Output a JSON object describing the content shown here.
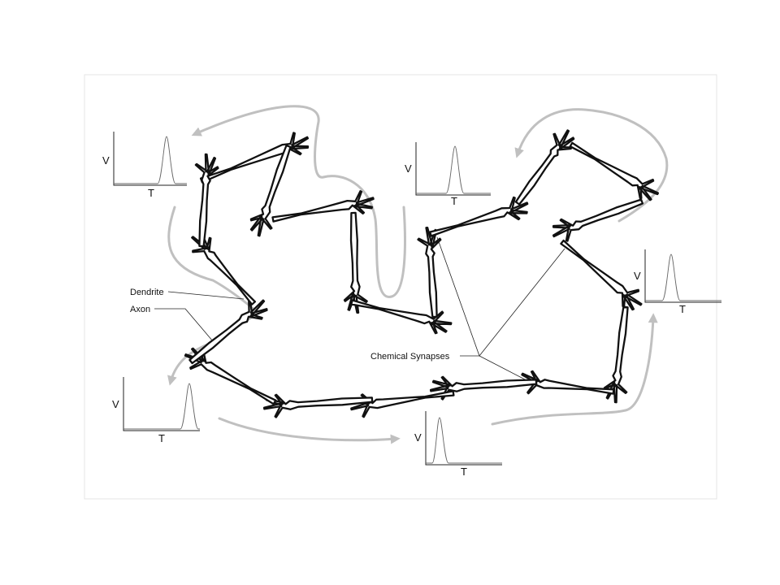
{
  "labels": {
    "dendrite": "Dendrite",
    "axon": "Axon",
    "chemical_synapses": "Chemical Synapses"
  },
  "plot_axes": {
    "v": "V",
    "t": "T"
  },
  "colors": {
    "neuron_outline": "#111111",
    "signal_flow_arrows": "#c0c0c0",
    "panel_border": "#e4e4e4"
  }
}
